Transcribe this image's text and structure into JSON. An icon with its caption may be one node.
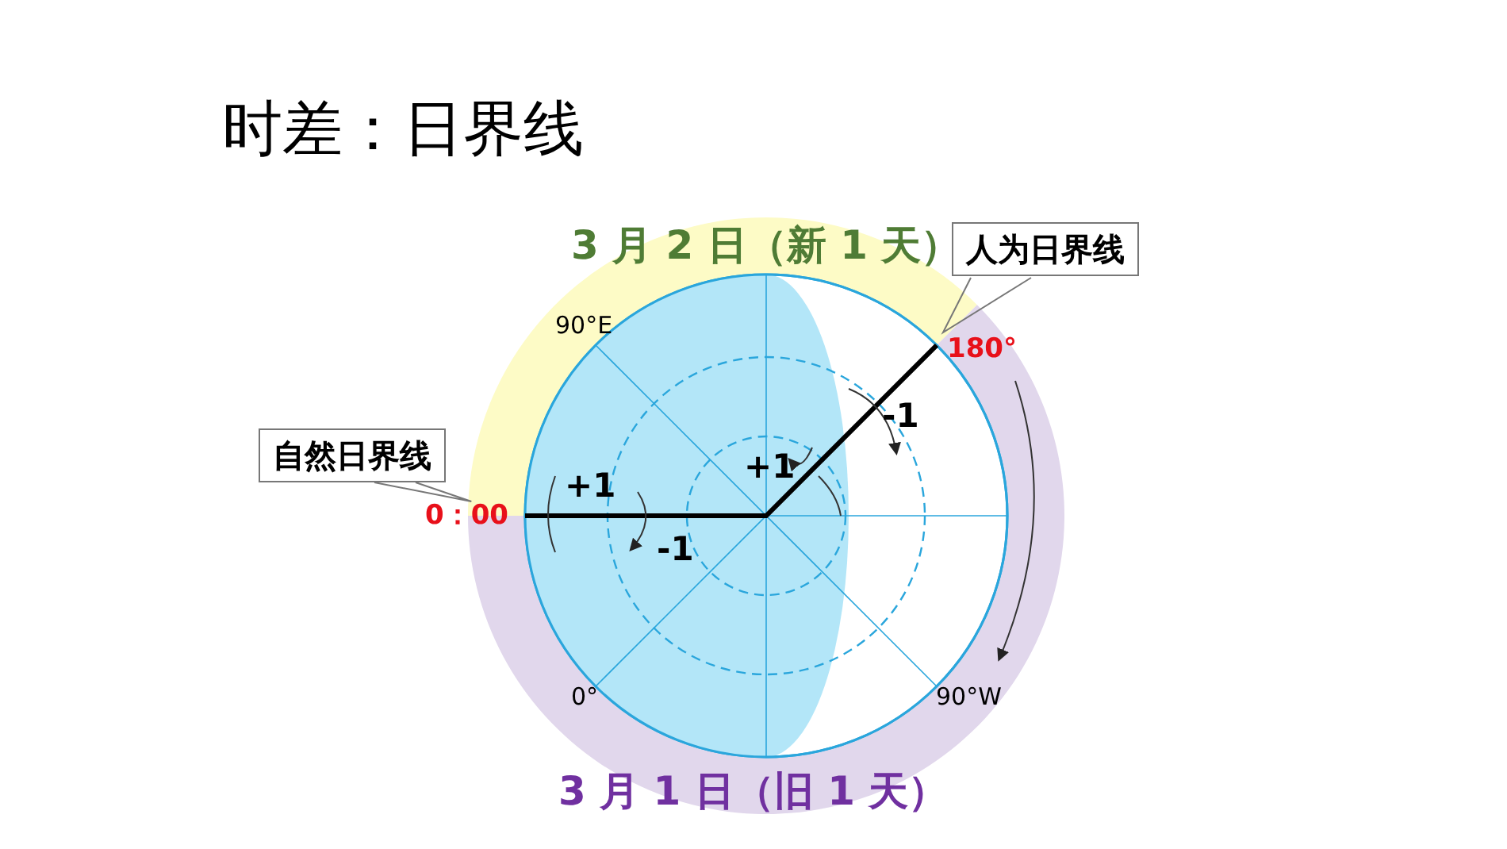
{
  "diagram": {
    "title": "时差：日界线",
    "nodes": [
      {
        "text": [
          "人为日界线"
        ]
      },
      {
        "text": [
          "自然日界线"
        ]
      },
      {
        "text": [
          "0：00"
        ]
      }
    ],
    "edges": [
      {
        "from": 0,
        "to": null,
        "arrow": "none"
      },
      {
        "from": 1,
        "to": 2,
        "arrow": "none"
      }
    ],
    "labels": [
      "3 月 2 日（新 1 天）",
      "90°E",
      "180°",
      "-1",
      "+1",
      "+1",
      "-1",
      "0°",
      "90°W",
      "3 月 1 日（旧 1 天）"
    ]
  }
}
